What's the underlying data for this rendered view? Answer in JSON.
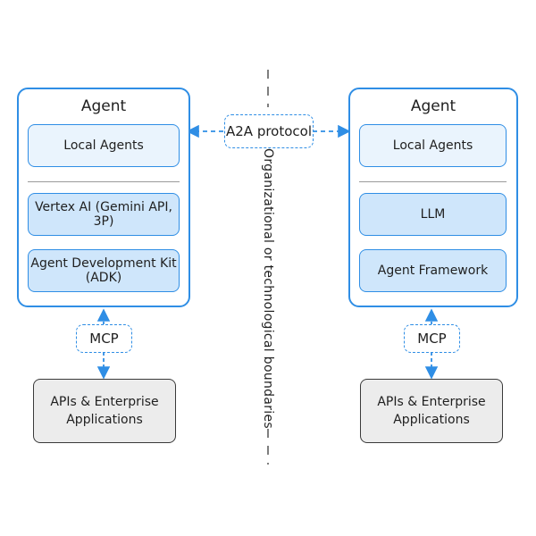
{
  "left_agent": {
    "title": "Agent",
    "boxes": [
      "Local Agents",
      "Vertex AI (Gemini API, 3P)",
      "Agent Development Kit (ADK)"
    ],
    "connector": "MCP",
    "backend": {
      "line1": "APIs & Enterprise",
      "line2": "Applications"
    }
  },
  "right_agent": {
    "title": "Agent",
    "boxes": [
      "Local Agents",
      "LLM",
      "Agent Framework"
    ],
    "connector": "MCP",
    "backend": {
      "line1": "APIs & Enterprise",
      "line2": "Applications"
    }
  },
  "center": {
    "protocol": "A2A protocol",
    "boundary": "Organizational or technological boundaries"
  },
  "colors": {
    "accent": "#2f8ee5",
    "light_fill": "#eaf4fd",
    "mid_fill": "#cfe6fb",
    "api_fill": "#ececec"
  }
}
